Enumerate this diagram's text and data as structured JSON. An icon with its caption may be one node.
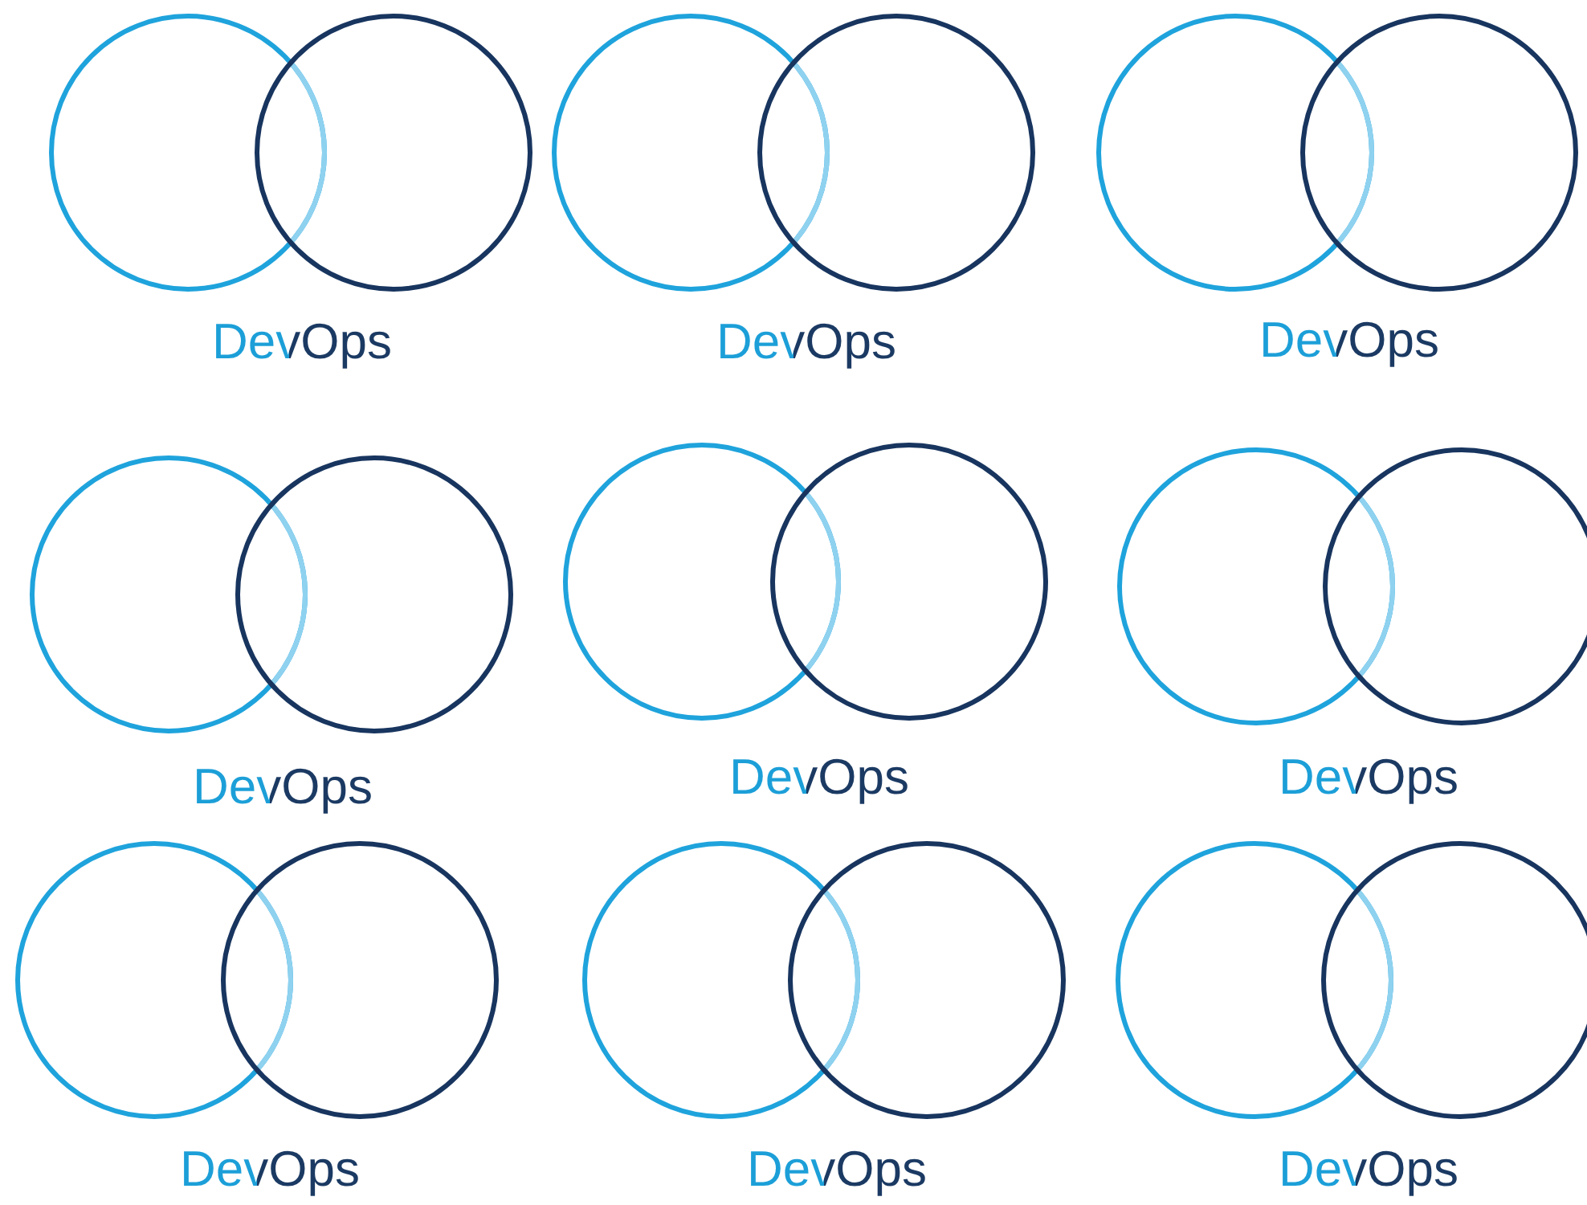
{
  "diagram": {
    "labels": [
      "DevOps",
      "DevOps",
      "DevOps",
      "DevOps",
      "DevOps",
      "DevOps",
      "DevOps",
      "DevOps",
      "DevOps"
    ]
  }
}
